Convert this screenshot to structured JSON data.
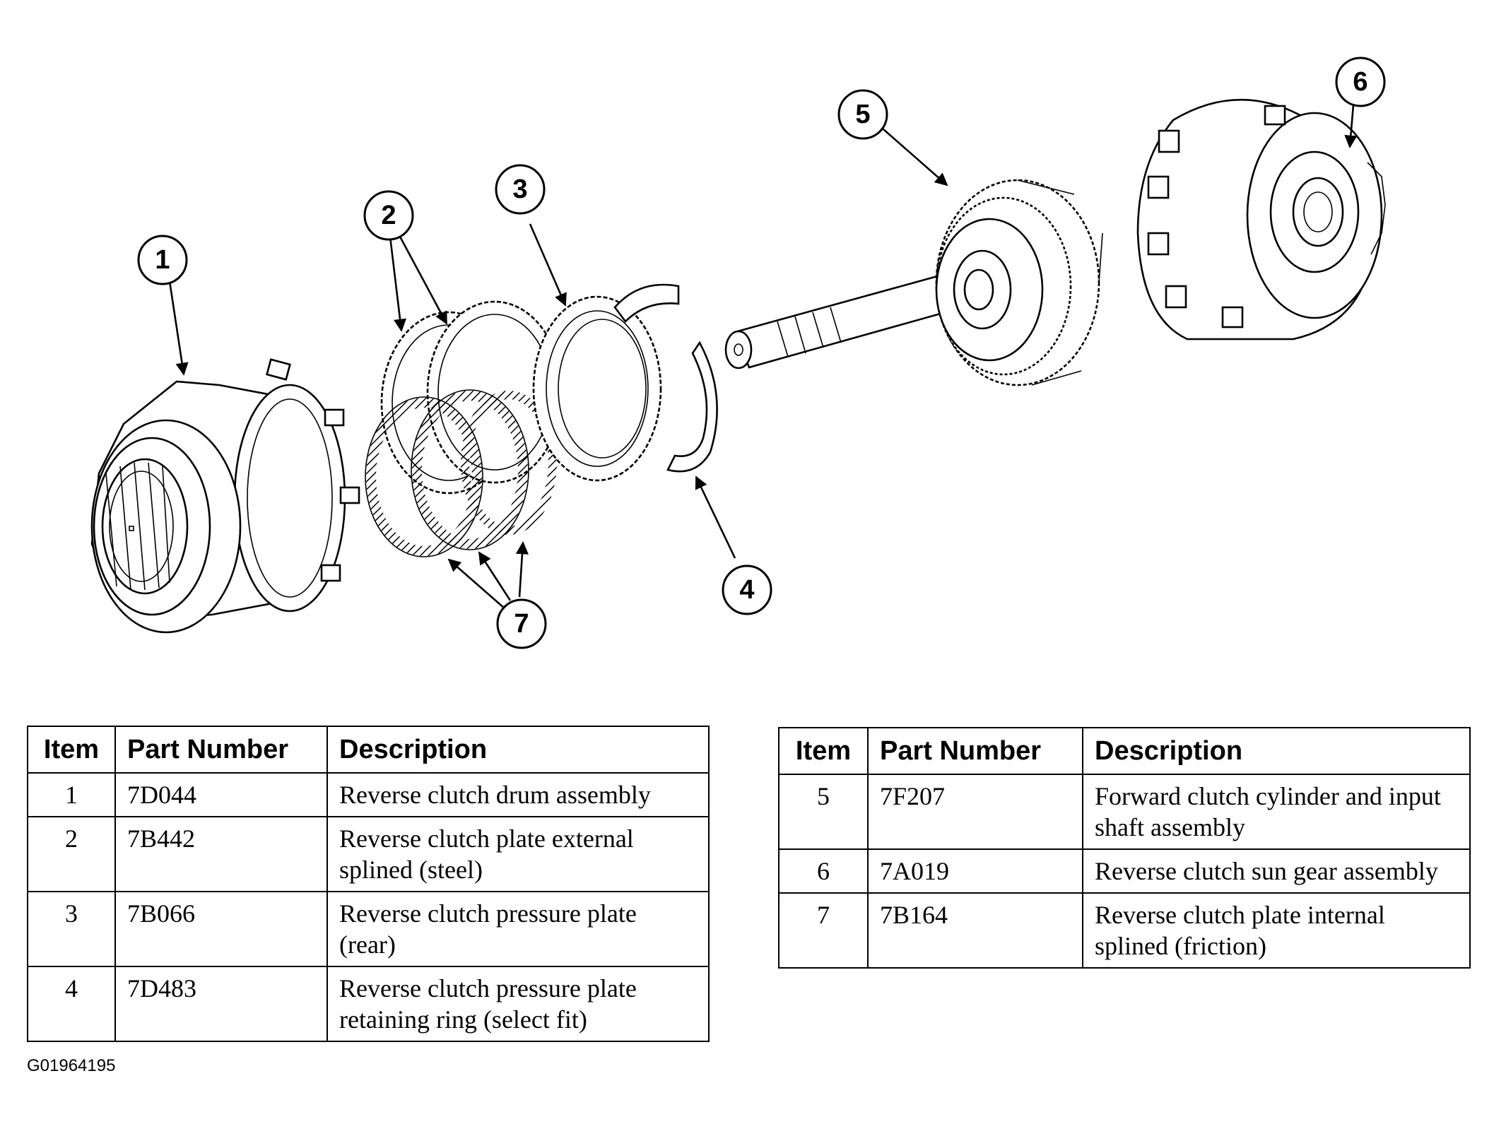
{
  "figure_id": "G01964195",
  "callouts": [
    "1",
    "2",
    "3",
    "4",
    "5",
    "6",
    "7"
  ],
  "table_headers": {
    "item": "Item",
    "part_number": "Part Number",
    "description": "Description"
  },
  "parts_left": [
    {
      "item": "1",
      "part_number": "7D044",
      "description": "Reverse clutch drum assembly"
    },
    {
      "item": "2",
      "part_number": "7B442",
      "description": "Reverse clutch plate external splined (steel)"
    },
    {
      "item": "3",
      "part_number": "7B066",
      "description": "Reverse clutch pressure plate (rear)"
    },
    {
      "item": "4",
      "part_number": "7D483",
      "description": "Reverse clutch pressure plate retaining ring (select fit)"
    }
  ],
  "parts_right": [
    {
      "item": "5",
      "part_number": "7F207",
      "description": "Forward clutch cylinder and input shaft assembly"
    },
    {
      "item": "6",
      "part_number": "7A019",
      "description": "Reverse clutch sun gear assembly"
    },
    {
      "item": "7",
      "part_number": "7B164",
      "description": "Reverse clutch plate internal splined (friction)"
    }
  ]
}
